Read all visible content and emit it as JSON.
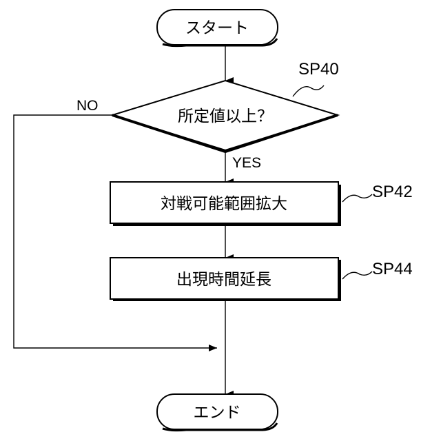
{
  "flowchart": {
    "start": {
      "label": "スタート"
    },
    "decision": {
      "label": "所定値以上？",
      "step": "SP40",
      "no_label": "NO",
      "yes_label": "YES"
    },
    "process1": {
      "label": "対戦可能範囲拡大",
      "step": "SP42"
    },
    "process2": {
      "label": "出現時間延長",
      "step": "SP44"
    },
    "end": {
      "label": "エンド"
    }
  },
  "colors": {
    "stroke": "#000000",
    "background": "#ffffff"
  }
}
